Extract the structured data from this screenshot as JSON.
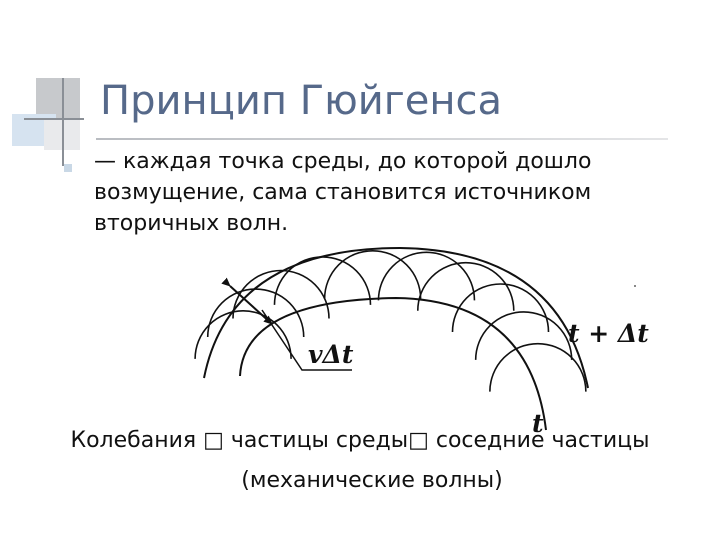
{
  "slide": {
    "title": "Принцип  Гюйгенса",
    "body": "— каждая точка среды, до которой дошло возмущение, сама становится источником вторичных волн.",
    "caption_line1": "Колебания □ частицы среды□ соседние частицы",
    "caption_line2": "(механические волны)"
  },
  "diagram": {
    "label_displacement": "vΔt",
    "label_outer_front": "t + Δt",
    "label_inner_front": "t"
  },
  "colors": {
    "title": "#56698a",
    "text": "#111111"
  }
}
